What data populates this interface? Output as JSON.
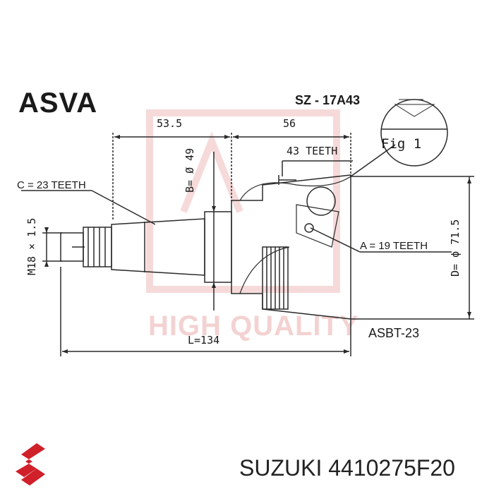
{
  "brand": "ASVA",
  "part_code": "SZ - 17A43",
  "boot_code": "ASBT-23",
  "footer": "SUZUKI 4410275F20",
  "watermark": "HIGH QUALITY",
  "fig_label": "Fig 1",
  "dims": {
    "d1": "53.5",
    "d2": "56",
    "outer_teeth": "43 TEETH",
    "spline_c": "C = 23 TEETH",
    "spline_a": "A = 19 TEETH",
    "b": "B= Ø 49",
    "m": "M18 × 1.5",
    "d": "D= ϕ 71.5",
    "l": "L=134"
  },
  "colors": {
    "line": "#2a2a2a",
    "watermark": "#f4d2d2",
    "logo": "#d0202a"
  }
}
